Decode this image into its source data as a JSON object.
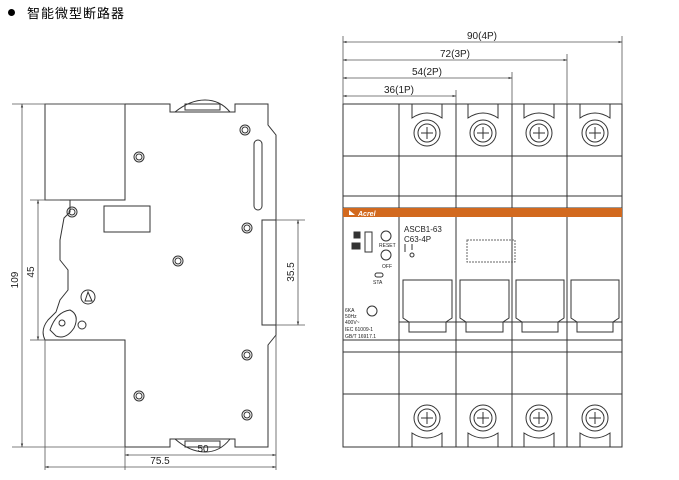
{
  "header": {
    "title": "智能微型断路器",
    "bullet": "bullet-dot"
  },
  "side_view": {
    "dims": {
      "height_total": "109",
      "height_inner": "45",
      "din_height": "35.5",
      "depth_front": "50",
      "depth_total": "75.5"
    }
  },
  "front_view": {
    "dims": {
      "w_1p": "36(1P)",
      "w_2p": "54(2P)",
      "w_3p": "72(3P)",
      "w_4p": "90(4P)"
    },
    "label": {
      "brand": "Acrel",
      "model": "ASCB1-63",
      "rating": "C63-4P",
      "reset": "RESET",
      "off": "OFF",
      "sta": "STA",
      "spec1": "6KA",
      "spec2": "50Hz",
      "spec3": "400V~",
      "spec4": "IEC 61009-1",
      "spec5": "GB/T 16917.1"
    }
  },
  "colors": {
    "brand_band": "#d2691e",
    "line": "#333333",
    "dim_line": "#555555"
  }
}
